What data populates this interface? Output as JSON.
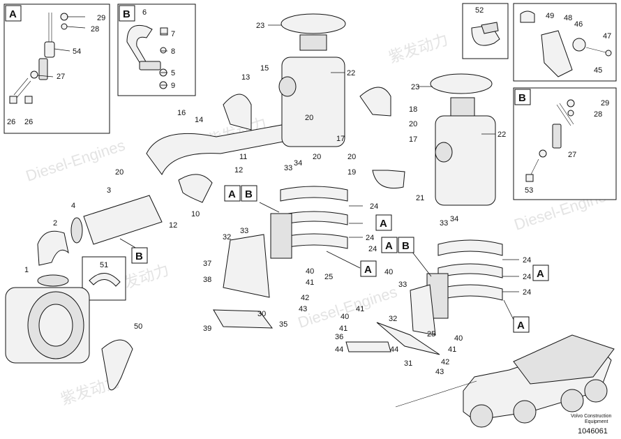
{
  "diagram": {
    "callouts": [
      {
        "id": "c29a",
        "text": "29"
      },
      {
        "id": "c28a",
        "text": "28"
      },
      {
        "id": "c54",
        "text": "54"
      },
      {
        "id": "c27a",
        "text": "27"
      },
      {
        "id": "c26a",
        "text": "26"
      },
      {
        "id": "c26b",
        "text": "26"
      },
      {
        "id": "c6",
        "text": "6"
      },
      {
        "id": "c7",
        "text": "7"
      },
      {
        "id": "c8",
        "text": "8"
      },
      {
        "id": "c5",
        "text": "5"
      },
      {
        "id": "c9",
        "text": "9"
      },
      {
        "id": "c23a",
        "text": "23"
      },
      {
        "id": "c22a",
        "text": "22"
      },
      {
        "id": "c15",
        "text": "15"
      },
      {
        "id": "c13",
        "text": "13"
      },
      {
        "id": "c16",
        "text": "16"
      },
      {
        "id": "c14",
        "text": "14"
      },
      {
        "id": "c11",
        "text": "11"
      },
      {
        "id": "c12a",
        "text": "12"
      },
      {
        "id": "c20a",
        "text": "20"
      },
      {
        "id": "c3",
        "text": "3"
      },
      {
        "id": "c10",
        "text": "10"
      },
      {
        "id": "c12b",
        "text": "12"
      },
      {
        "id": "c4",
        "text": "4"
      },
      {
        "id": "c2",
        "text": "2"
      },
      {
        "id": "c1",
        "text": "1"
      },
      {
        "id": "c51",
        "text": "51"
      },
      {
        "id": "c50",
        "text": "50"
      },
      {
        "id": "c20b",
        "text": "20"
      },
      {
        "id": "c17a",
        "text": "17"
      },
      {
        "id": "c20c",
        "text": "20"
      },
      {
        "id": "c18",
        "text": "18"
      },
      {
        "id": "c20d",
        "text": "20"
      },
      {
        "id": "c17b",
        "text": "17"
      },
      {
        "id": "c20e",
        "text": "20"
      },
      {
        "id": "c19",
        "text": "19"
      },
      {
        "id": "c21",
        "text": "21"
      },
      {
        "id": "c23b",
        "text": "23"
      },
      {
        "id": "c22b",
        "text": "22"
      },
      {
        "id": "c33a",
        "text": "33"
      },
      {
        "id": "c34a",
        "text": "34"
      },
      {
        "id": "c24a",
        "text": "24"
      },
      {
        "id": "c24b",
        "text": "24"
      },
      {
        "id": "c24c",
        "text": "24"
      },
      {
        "id": "c32a",
        "text": "32"
      },
      {
        "id": "c33b",
        "text": "33"
      },
      {
        "id": "c37",
        "text": "37"
      },
      {
        "id": "c38",
        "text": "38"
      },
      {
        "id": "c40a",
        "text": "40"
      },
      {
        "id": "c41a",
        "text": "41"
      },
      {
        "id": "c25a",
        "text": "25"
      },
      {
        "id": "c42a",
        "text": "42"
      },
      {
        "id": "c43a",
        "text": "43"
      },
      {
        "id": "c30",
        "text": "30"
      },
      {
        "id": "c39",
        "text": "39"
      },
      {
        "id": "c35",
        "text": "35"
      },
      {
        "id": "c33c",
        "text": "33"
      },
      {
        "id": "c34b",
        "text": "34"
      },
      {
        "id": "c24d",
        "text": "24"
      },
      {
        "id": "c24e",
        "text": "24"
      },
      {
        "id": "c24f",
        "text": "24"
      },
      {
        "id": "c40b",
        "text": "40"
      },
      {
        "id": "c33d",
        "text": "33"
      },
      {
        "id": "c41b",
        "text": "41"
      },
      {
        "id": "c40c",
        "text": "40"
      },
      {
        "id": "c32b",
        "text": "32"
      },
      {
        "id": "c41c",
        "text": "41"
      },
      {
        "id": "c36",
        "text": "36"
      },
      {
        "id": "c44a",
        "text": "44"
      },
      {
        "id": "c44b",
        "text": "44"
      },
      {
        "id": "c25b",
        "text": "25"
      },
      {
        "id": "c40d",
        "text": "40"
      },
      {
        "id": "c41d",
        "text": "41"
      },
      {
        "id": "c31",
        "text": "31"
      },
      {
        "id": "c42b",
        "text": "42"
      },
      {
        "id": "c43b",
        "text": "43"
      },
      {
        "id": "c52",
        "text": "52"
      },
      {
        "id": "c49",
        "text": "49"
      },
      {
        "id": "c48",
        "text": "48"
      },
      {
        "id": "c46",
        "text": "46"
      },
      {
        "id": "c47",
        "text": "47"
      },
      {
        "id": "c45",
        "text": "45"
      },
      {
        "id": "c29b",
        "text": "29"
      },
      {
        "id": "c28b",
        "text": "28"
      },
      {
        "id": "c27b",
        "text": "27"
      },
      {
        "id": "c53",
        "text": "53"
      }
    ],
    "view_labels": [
      {
        "id": "vA1",
        "text": "A"
      },
      {
        "id": "vB1",
        "text": "B"
      },
      {
        "id": "vB2",
        "text": "B"
      },
      {
        "id": "vA2",
        "text": "A"
      },
      {
        "id": "vB3",
        "text": "B"
      },
      {
        "id": "vA3",
        "text": "A"
      },
      {
        "id": "vA4",
        "text": "A"
      },
      {
        "id": "vA5",
        "text": "A"
      },
      {
        "id": "vB4",
        "text": "B"
      },
      {
        "id": "vA6",
        "text": "A"
      },
      {
        "id": "vA7",
        "text": "A"
      },
      {
        "id": "vB5",
        "text": "B"
      }
    ],
    "footer": {
      "brand_line1": "Volvo Construction",
      "brand_line2": "Equipment",
      "drawing_number": "1046061"
    },
    "watermark": {
      "cn": "紫发动力",
      "en": "Diesel-Engines"
    }
  }
}
